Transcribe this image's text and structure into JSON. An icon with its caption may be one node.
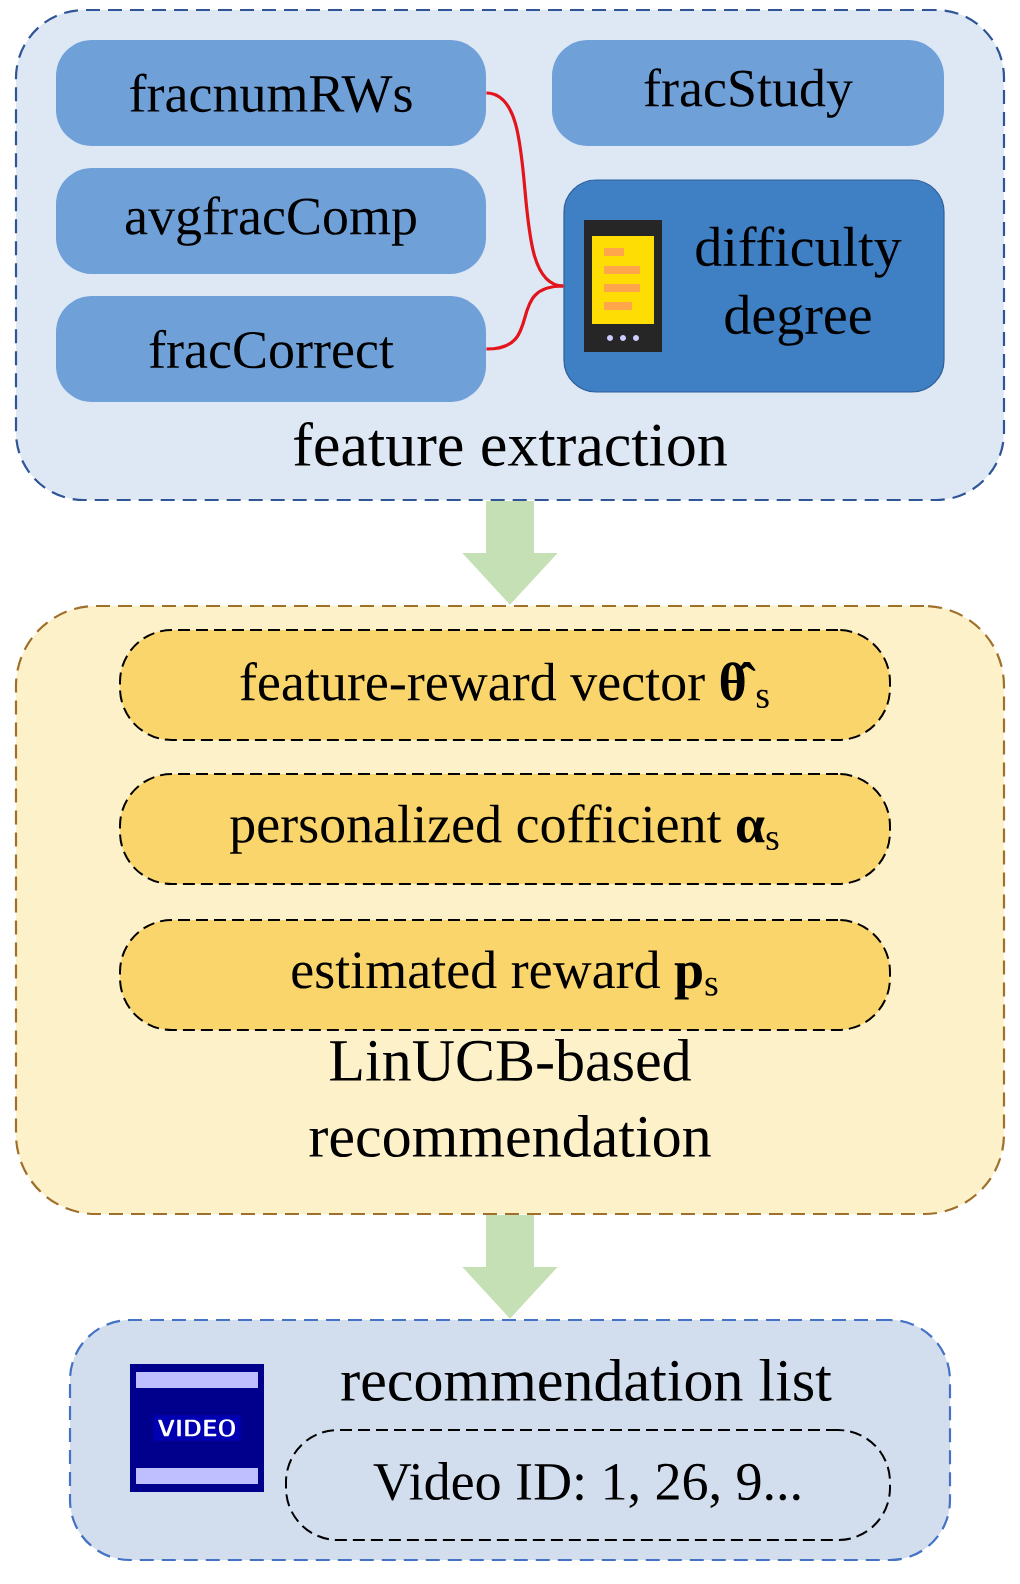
{
  "diagram": {
    "nodes": [
      {
        "text": [
          "feature extraction"
        ]
      },
      {
        "text": [
          "fracnumRWs"
        ],
        "in": 0
      },
      {
        "text": [
          "fracStudy"
        ],
        "in": 0
      },
      {
        "text": [
          "avgfracComp"
        ],
        "in": 0
      },
      {
        "text": [
          "difficulty degree"
        ],
        "in": 0
      },
      {
        "text": [
          "fracCorrect"
        ],
        "in": 0
      },
      {
        "text": [
          "LinUCB-based recommendation"
        ]
      },
      {
        "text": [
          "feature-reward vector **θ̂**$_{s}$"
        ],
        "in": 6
      },
      {
        "text": [
          "personalized cofficient **α**$_{s}$"
        ],
        "in": 6
      },
      {
        "text": [
          "estimated reward **p**$_{s}$"
        ],
        "in": 6
      },
      {
        "text": [
          "recommendation list"
        ]
      },
      {
        "text": [
          "Video ID: 1, 26, 9..."
        ],
        "in": 10
      }
    ],
    "edges": [
      {
        "from": 1,
        "to": 4,
        "arrow": "none",
        "color": "#e3141b"
      },
      {
        "from": 5,
        "to": 4,
        "arrow": "none",
        "color": "#e3141b"
      },
      {
        "from": 0,
        "to": 6,
        "arrow": "to",
        "style": "thick",
        "color": "#c5e0b4"
      },
      {
        "from": 6,
        "to": 10,
        "arrow": "to",
        "style": "thick",
        "color": "#c5e0b4"
      }
    ],
    "labels": [
      "VIDEO"
    ]
  }
}
